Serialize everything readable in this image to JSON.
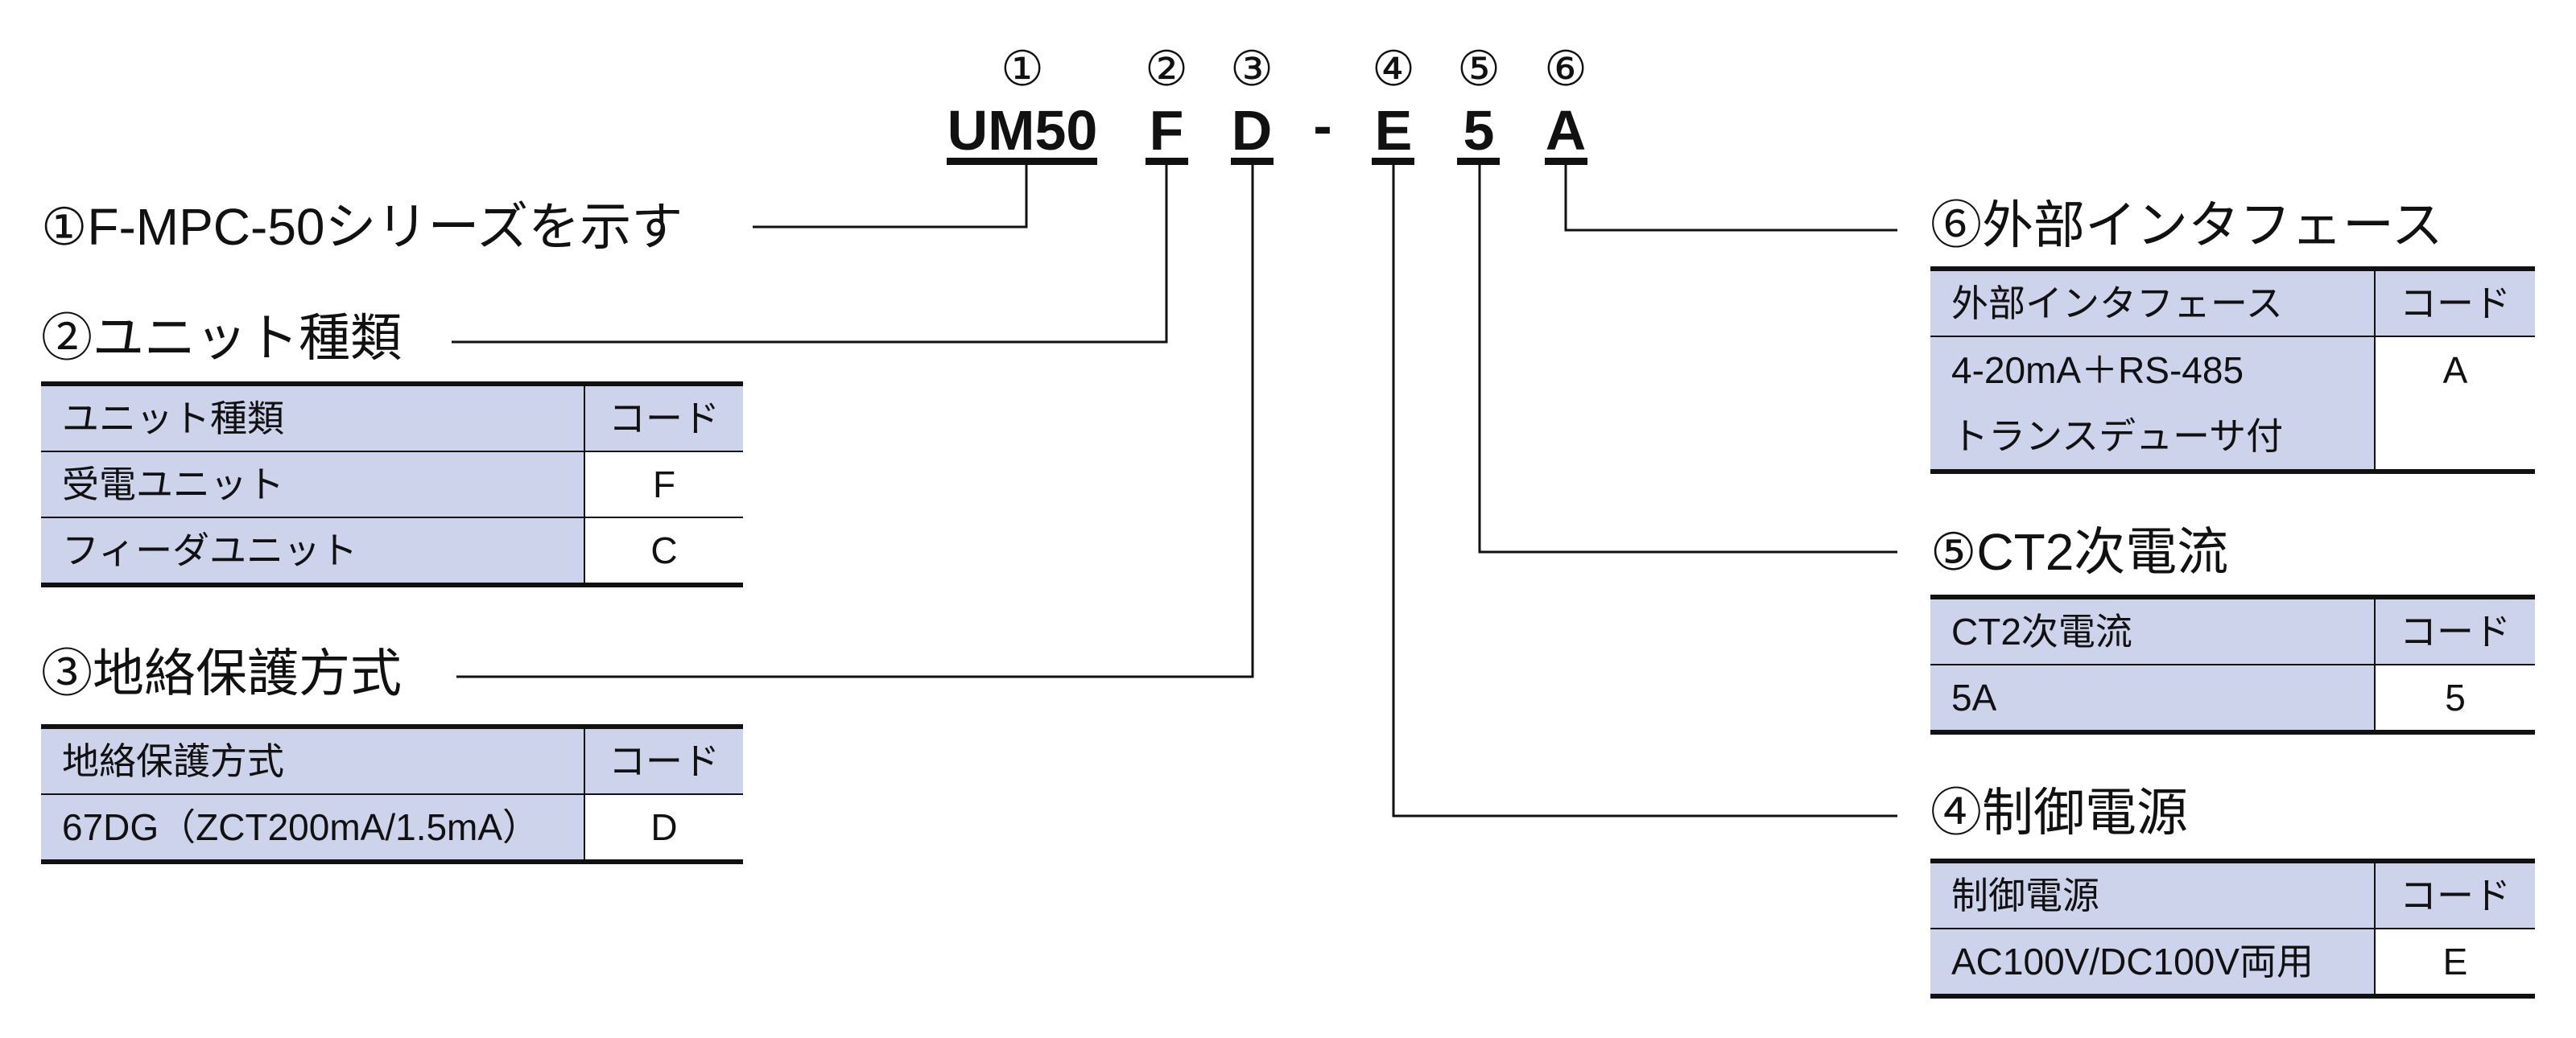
{
  "colors": {
    "header_fill": "#cdd3ea",
    "line": "#111111",
    "text": "#111111",
    "background": "#ffffff"
  },
  "model_code": {
    "positions": [
      {
        "number": "①",
        "code": "UM50"
      },
      {
        "number": "②",
        "code": "F"
      },
      {
        "number": "③",
        "code": "D"
      },
      {
        "number": "④",
        "code": "E"
      },
      {
        "number": "⑤",
        "code": "5"
      },
      {
        "number": "⑥",
        "code": "A"
      }
    ],
    "separator": "-"
  },
  "sections": {
    "series": {
      "title": "①F-MPC-50シリーズを示す"
    },
    "unit_type": {
      "title": "②ユニット種類",
      "columns": [
        "ユニット種類",
        "コード"
      ],
      "rows": [
        {
          "name": "受電ユニット",
          "code": "F"
        },
        {
          "name": "フィーダユニット",
          "code": "C"
        }
      ]
    },
    "ground_fault_protection": {
      "title": "③地絡保護方式",
      "columns": [
        "地絡保護方式",
        "コード"
      ],
      "rows": [
        {
          "name": "67DG（ZCT200mA/1.5mA）",
          "code": "D"
        }
      ]
    },
    "control_power": {
      "title": "④制御電源",
      "columns": [
        "制御電源",
        "コード"
      ],
      "rows": [
        {
          "name": "AC100V/DC100V両用",
          "code": "E"
        }
      ]
    },
    "ct_secondary_current": {
      "title": "⑤CT2次電流",
      "columns": [
        "CT2次電流",
        "コード"
      ],
      "rows": [
        {
          "name": "5A",
          "code": "5"
        }
      ]
    },
    "external_interface": {
      "title": "⑥外部インタフェース",
      "columns": [
        "外部インタフェース",
        "コード"
      ],
      "rows": [
        {
          "name_lines": [
            "4-20mA＋RS-485",
            "トランスデューサ付"
          ],
          "code": "A"
        }
      ]
    }
  }
}
